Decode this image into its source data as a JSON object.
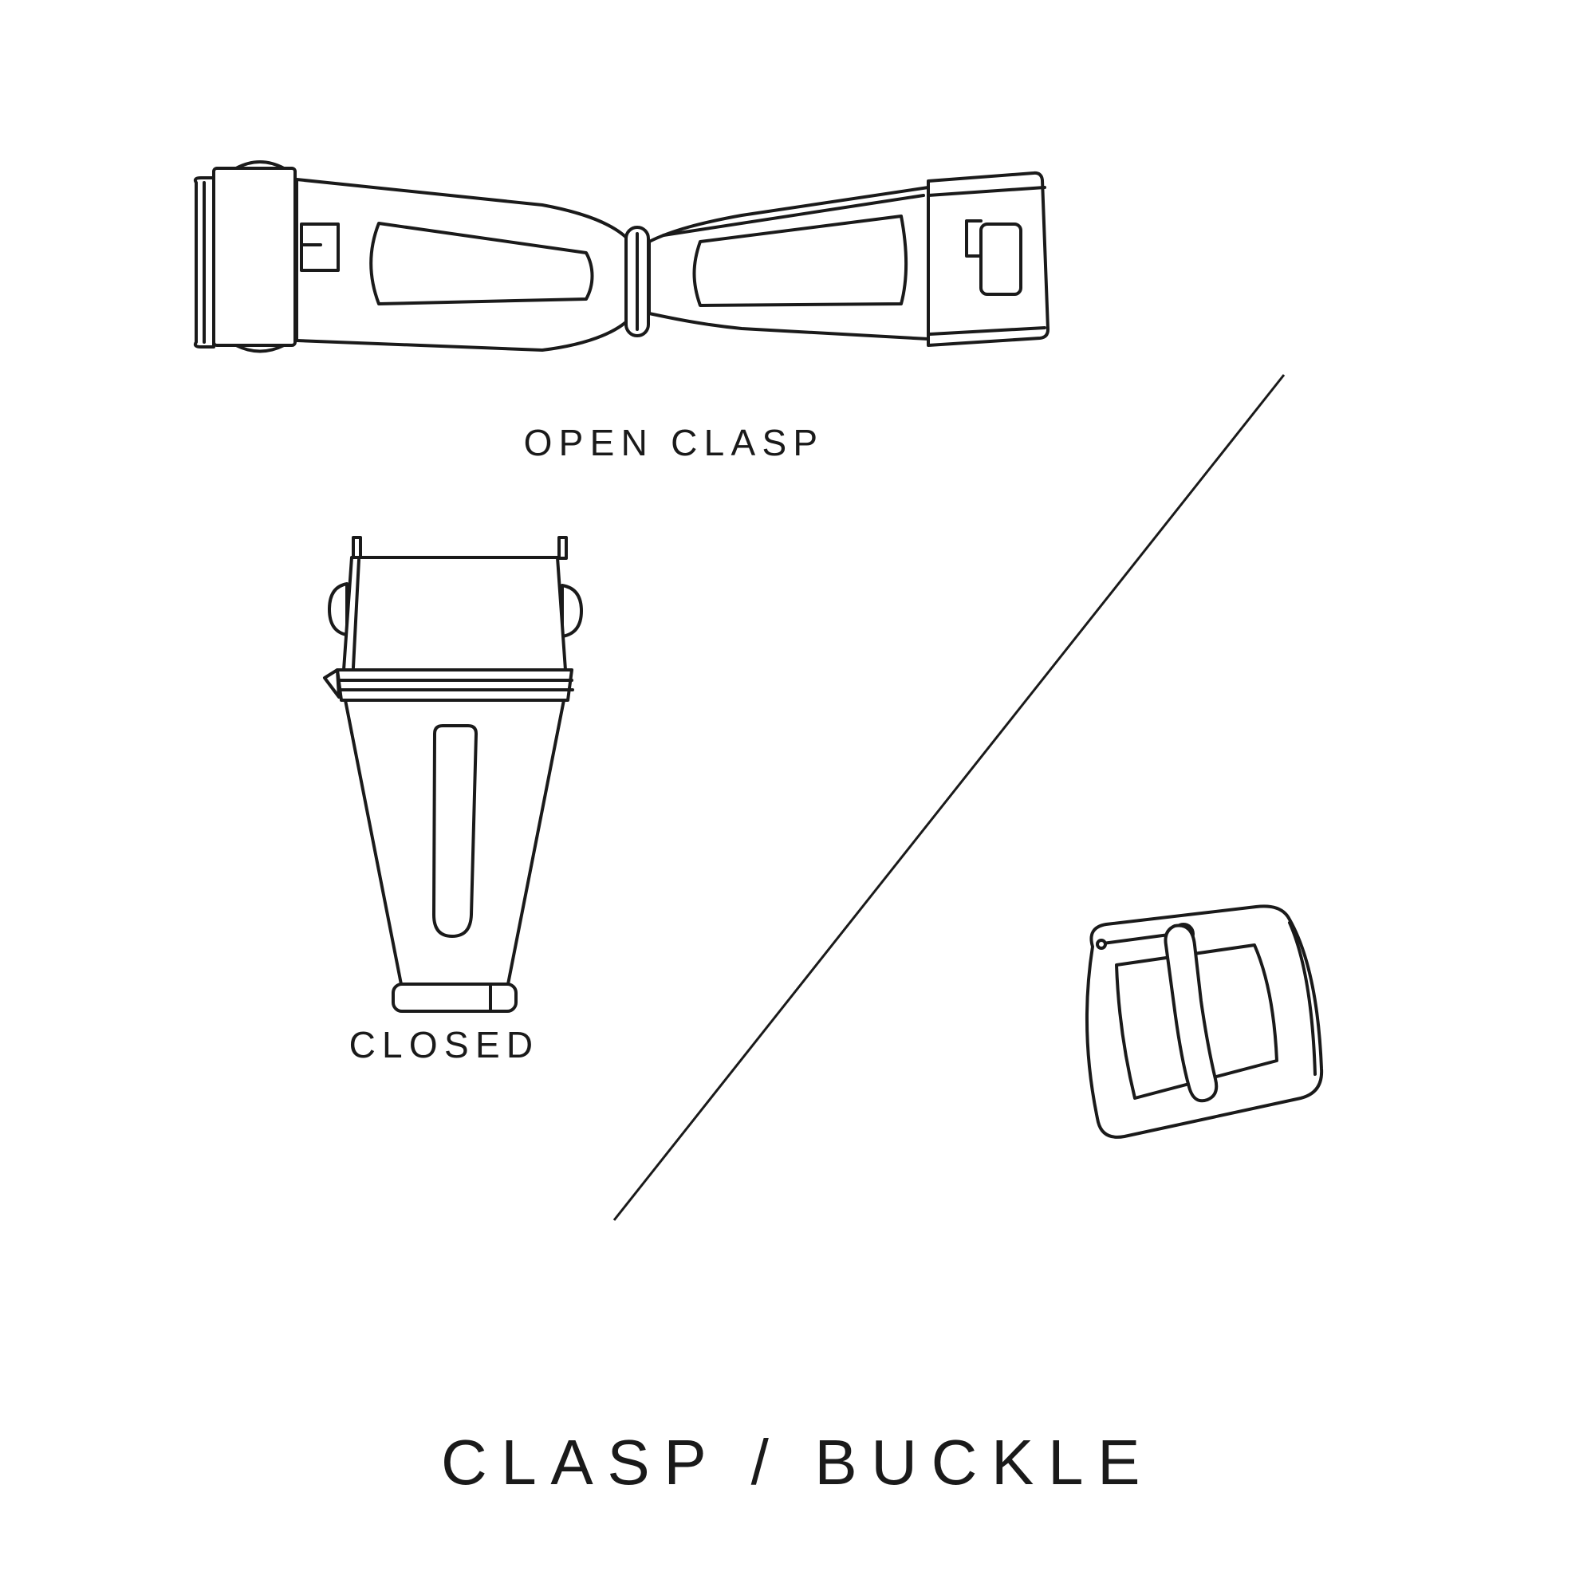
{
  "page": {
    "title": "CLASP / BUCKLE",
    "background_color": "#ffffff",
    "ink_color": "#1a1a1a"
  },
  "figures": {
    "open_clasp": {
      "label": "OPEN CLASP",
      "icon": "open-deployant-clasp-illustration"
    },
    "closed_clasp": {
      "label": "CLOSED",
      "icon": "closed-clasp-illustration"
    },
    "buckle": {
      "icon": "tang-buckle-illustration"
    }
  },
  "divider": {
    "icon": "diagonal-divider-line"
  }
}
